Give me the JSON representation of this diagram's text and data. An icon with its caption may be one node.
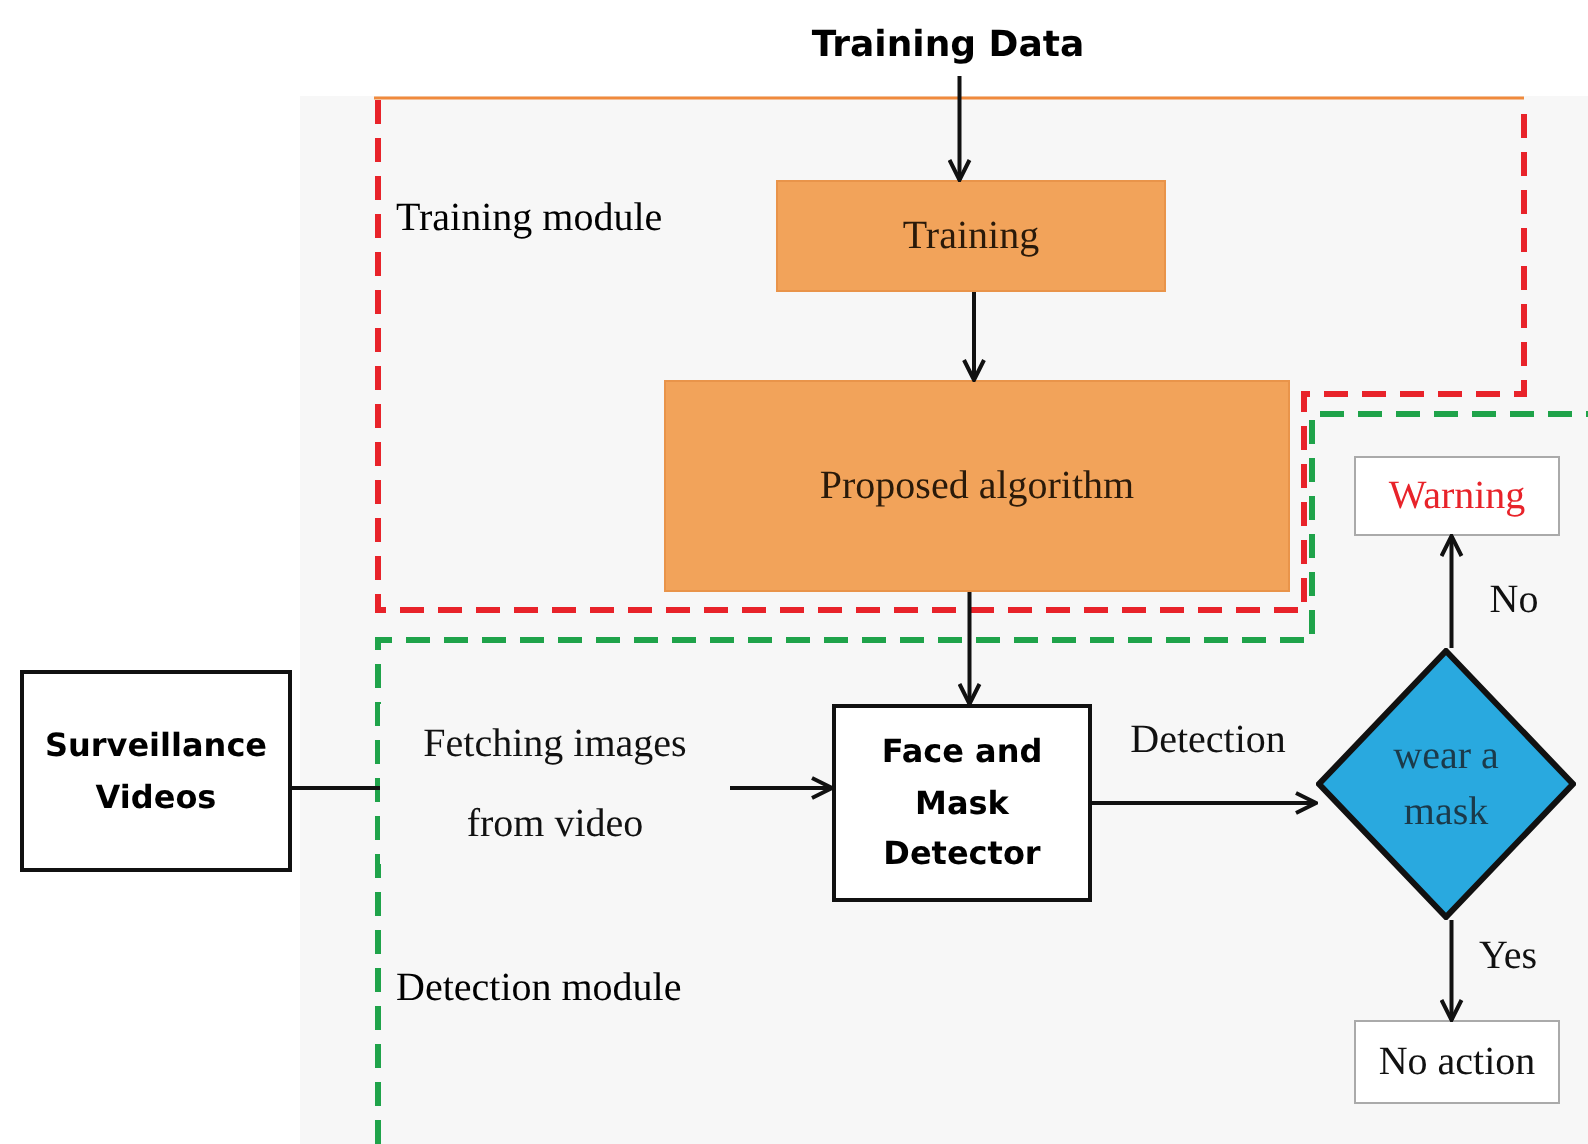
{
  "diagram": {
    "nodes": [
      {
        "text": [
          "Training Data"
        ]
      },
      {
        "text": [
          "Training module"
        ]
      },
      {
        "text": [
          "Training"
        ],
        "in": 1
      },
      {
        "text": [
          "Proposed algorithm"
        ],
        "in": 1
      },
      {
        "text": [
          "Surveillance Videos"
        ]
      },
      {
        "text": [
          "Detection module"
        ]
      },
      {
        "text": [
          "Face and Mask Detector"
        ],
        "in": 5
      },
      {
        "text": [
          "wear a mask"
        ],
        "in": 5
      },
      {
        "text": [
          "Warning"
        ],
        "in": 5
      },
      {
        "text": [
          "No action"
        ],
        "in": 5
      }
    ],
    "edges": [
      {
        "from": 0,
        "to": 2,
        "arrow": "to"
      },
      {
        "from": 2,
        "to": 3,
        "arrow": "to"
      },
      {
        "from": 3,
        "to": 6,
        "arrow": "to"
      },
      {
        "from": 4,
        "to": 6,
        "arrow": "to",
        "label": "Fetching images from video"
      },
      {
        "from": 6,
        "to": 7,
        "arrow": "to",
        "label": "Detection"
      },
      {
        "from": 7,
        "to": 8,
        "arrow": "to",
        "label": "No"
      },
      {
        "from": 7,
        "to": 9,
        "arrow": "to",
        "label": "Yes"
      }
    ]
  }
}
